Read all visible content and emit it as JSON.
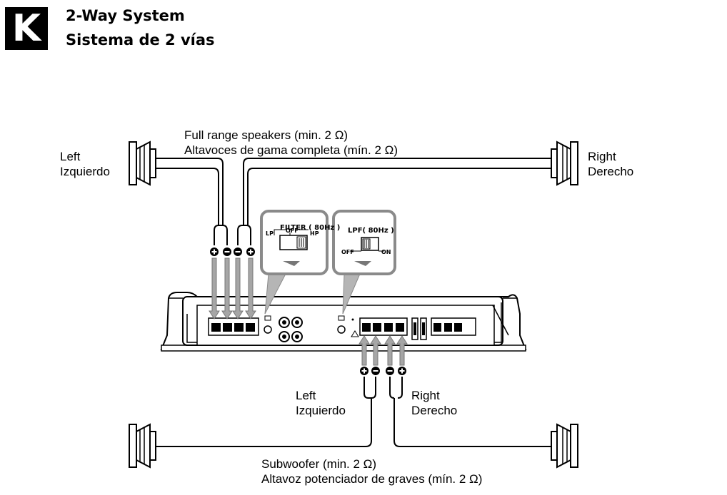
{
  "header": {
    "badge_letter": "K",
    "title_en": "2-Way System",
    "title_es": "Sistema de 2 vías"
  },
  "labels": {
    "full_range_en": "Full range speakers (min. 2 Ω)",
    "full_range_es": "Altavoces de gama completa (mín. 2 Ω)",
    "left_en": "Left",
    "left_es": "Izquierdo",
    "right_en": "Right",
    "right_es": "Derecho",
    "sub_left_en": "Left",
    "sub_left_es": "Izquierdo",
    "sub_right_en": "Right",
    "sub_right_es": "Derecho",
    "subwoofer_en": "Subwoofer (min. 2 Ω)",
    "subwoofer_es": "Altavoz potenciador de graves (mín. 2 Ω)"
  },
  "filter_switch": {
    "title": "FILTER ( 80Hz )",
    "lp": "LP",
    "off": "OFF",
    "hp": "HP"
  },
  "lpf_switch": {
    "title": "LPF( 80Hz )",
    "off": "OFF",
    "on": "ON"
  },
  "polarity": {
    "top": [
      "+",
      "−",
      "−",
      "+"
    ],
    "bottom": [
      "+",
      "−",
      "−",
      "+"
    ]
  }
}
